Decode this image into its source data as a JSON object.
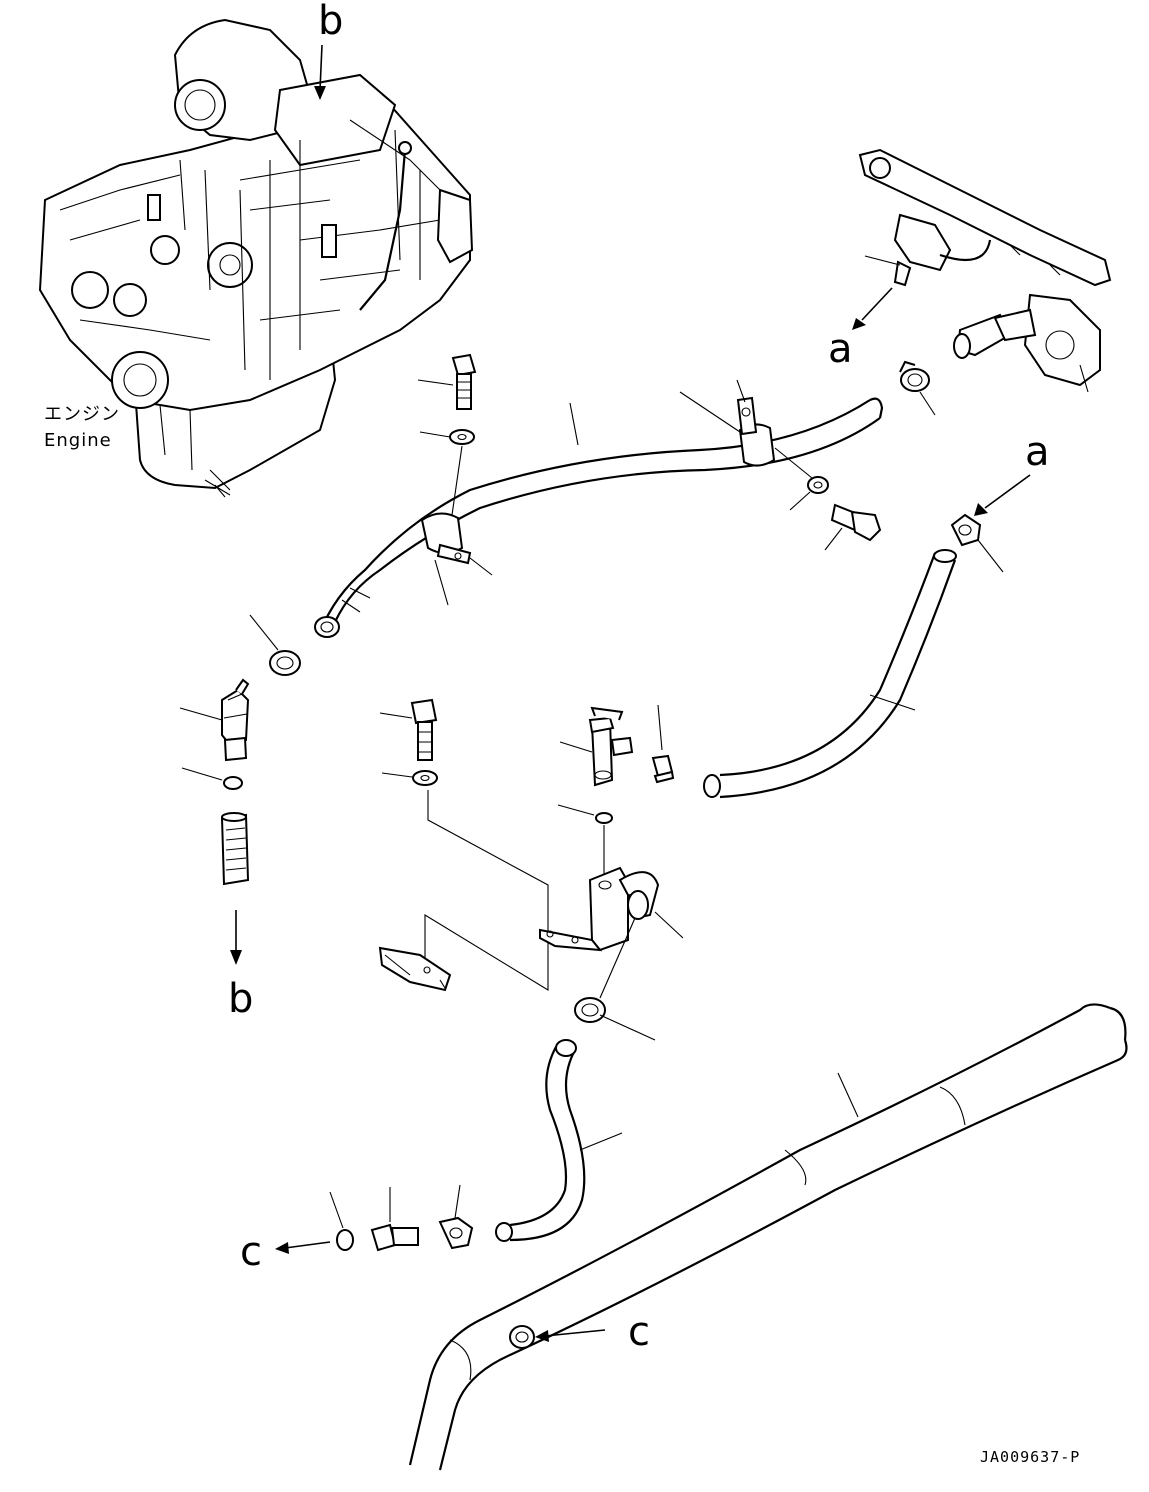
{
  "labels": {
    "engine_jp": "エンジン",
    "engine_en": "Engine",
    "ref_a_top": "a",
    "ref_a_right": "a",
    "ref_b_top": "b",
    "ref_b_bottom": "b",
    "ref_c_left": "c",
    "ref_c_right": "c",
    "drawing_code": "JA009637-P"
  }
}
